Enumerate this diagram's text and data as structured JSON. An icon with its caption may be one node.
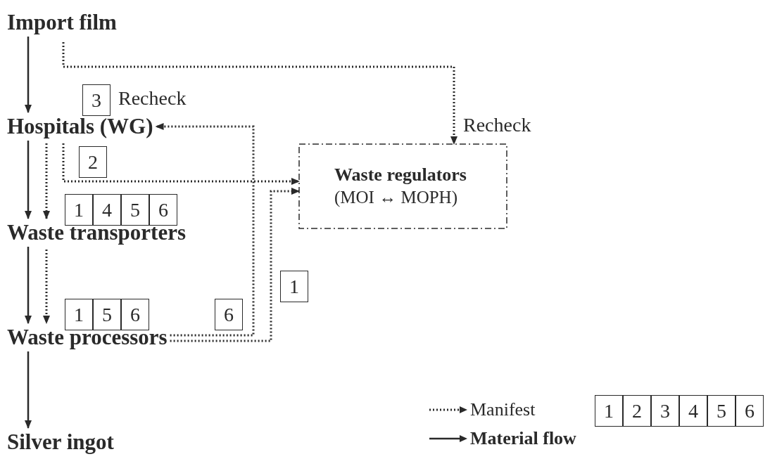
{
  "diagram": {
    "nodes": [
      {
        "text": [
          "Import film"
        ]
      },
      {
        "text": [
          "Hospitals (WG)"
        ]
      },
      {
        "text": [
          "Waste transporters"
        ]
      },
      {
        "text": [
          "Waste processors"
        ]
      },
      {
        "text": [
          "Silver ingot"
        ]
      },
      {
        "text": [
          "Waste regulators",
          "(MOI ↔ MOPH)"
        ]
      }
    ],
    "edges": [
      {
        "from": 0,
        "to": 1,
        "arrow": "to"
      },
      {
        "from": 1,
        "to": 2,
        "arrow": "to"
      },
      {
        "from": 2,
        "to": 3,
        "arrow": "to"
      },
      {
        "from": 3,
        "to": 4,
        "arrow": "to"
      },
      {
        "from": 1,
        "to": 2,
        "arrow": "to",
        "style": "dashed"
      },
      {
        "from": 2,
        "to": 3,
        "arrow": "to",
        "style": "dashed"
      },
      {
        "from": 0,
        "to": 5,
        "arrow": "to",
        "style": "dashed"
      },
      {
        "from": 1,
        "to": 5,
        "arrow": "to",
        "style": "dashed"
      },
      {
        "from": 3,
        "to": 1,
        "arrow": "to",
        "style": "dashed"
      },
      {
        "from": 3,
        "to": 5,
        "arrow": "to",
        "style": "dashed"
      }
    ],
    "labels": [
      "3",
      "Recheck",
      "Recheck",
      "2",
      "1",
      "4",
      "5",
      "6",
      "1",
      "1",
      "5",
      "6",
      "6",
      "1",
      "2",
      "3",
      "4",
      "5",
      "6"
    ],
    "legend": [
      {
        "text": "Manifest"
      },
      {
        "text": "Material flow"
      }
    ]
  }
}
